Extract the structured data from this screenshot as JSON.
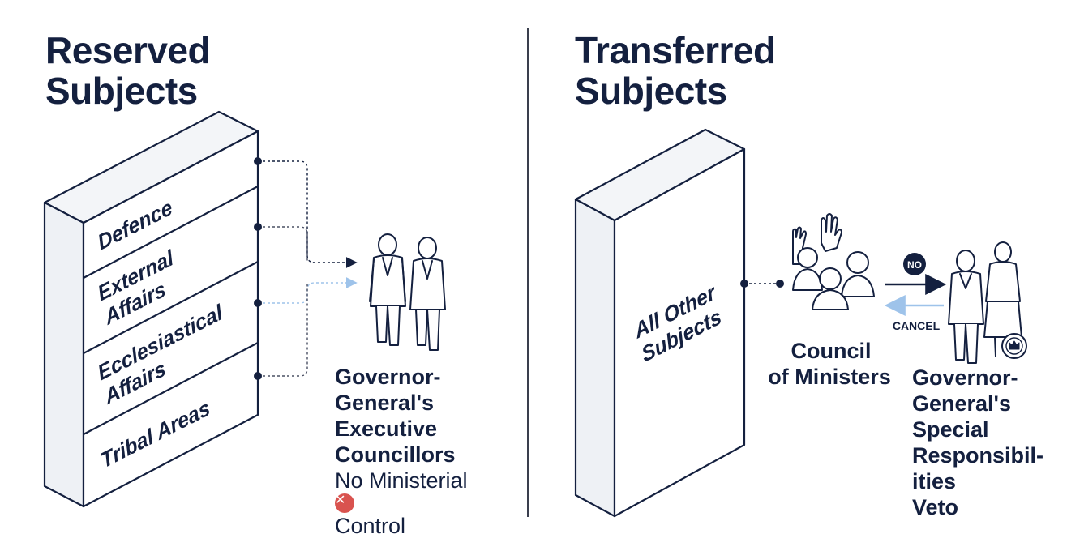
{
  "left": {
    "heading": [
      "Reserved",
      "Subjects"
    ],
    "subjects": [
      "Defence",
      "External Affairs",
      "Ecclesiastical Affairs",
      "Tribal Areas"
    ],
    "caption": [
      "Governor-",
      "General's",
      "Executive",
      "Councillors"
    ],
    "note": [
      "No Ministerial",
      "Control"
    ],
    "note_icon": "x-circle-icon"
  },
  "right": {
    "heading": [
      "Transferred",
      "Subjects"
    ],
    "block_label": "All Other Subjects",
    "council_caption": [
      "Council",
      "of Ministers"
    ],
    "arrow_labels": {
      "forward": "NO",
      "back": "CANCEL"
    },
    "gg_caption": [
      "Governor-",
      "General's",
      "Special",
      "Responsibil-",
      "ities",
      "Veto"
    ]
  },
  "colors": {
    "navy": "#14203f",
    "light_arrow": "#9ec3ea",
    "cancel_red": "#d9534f"
  }
}
